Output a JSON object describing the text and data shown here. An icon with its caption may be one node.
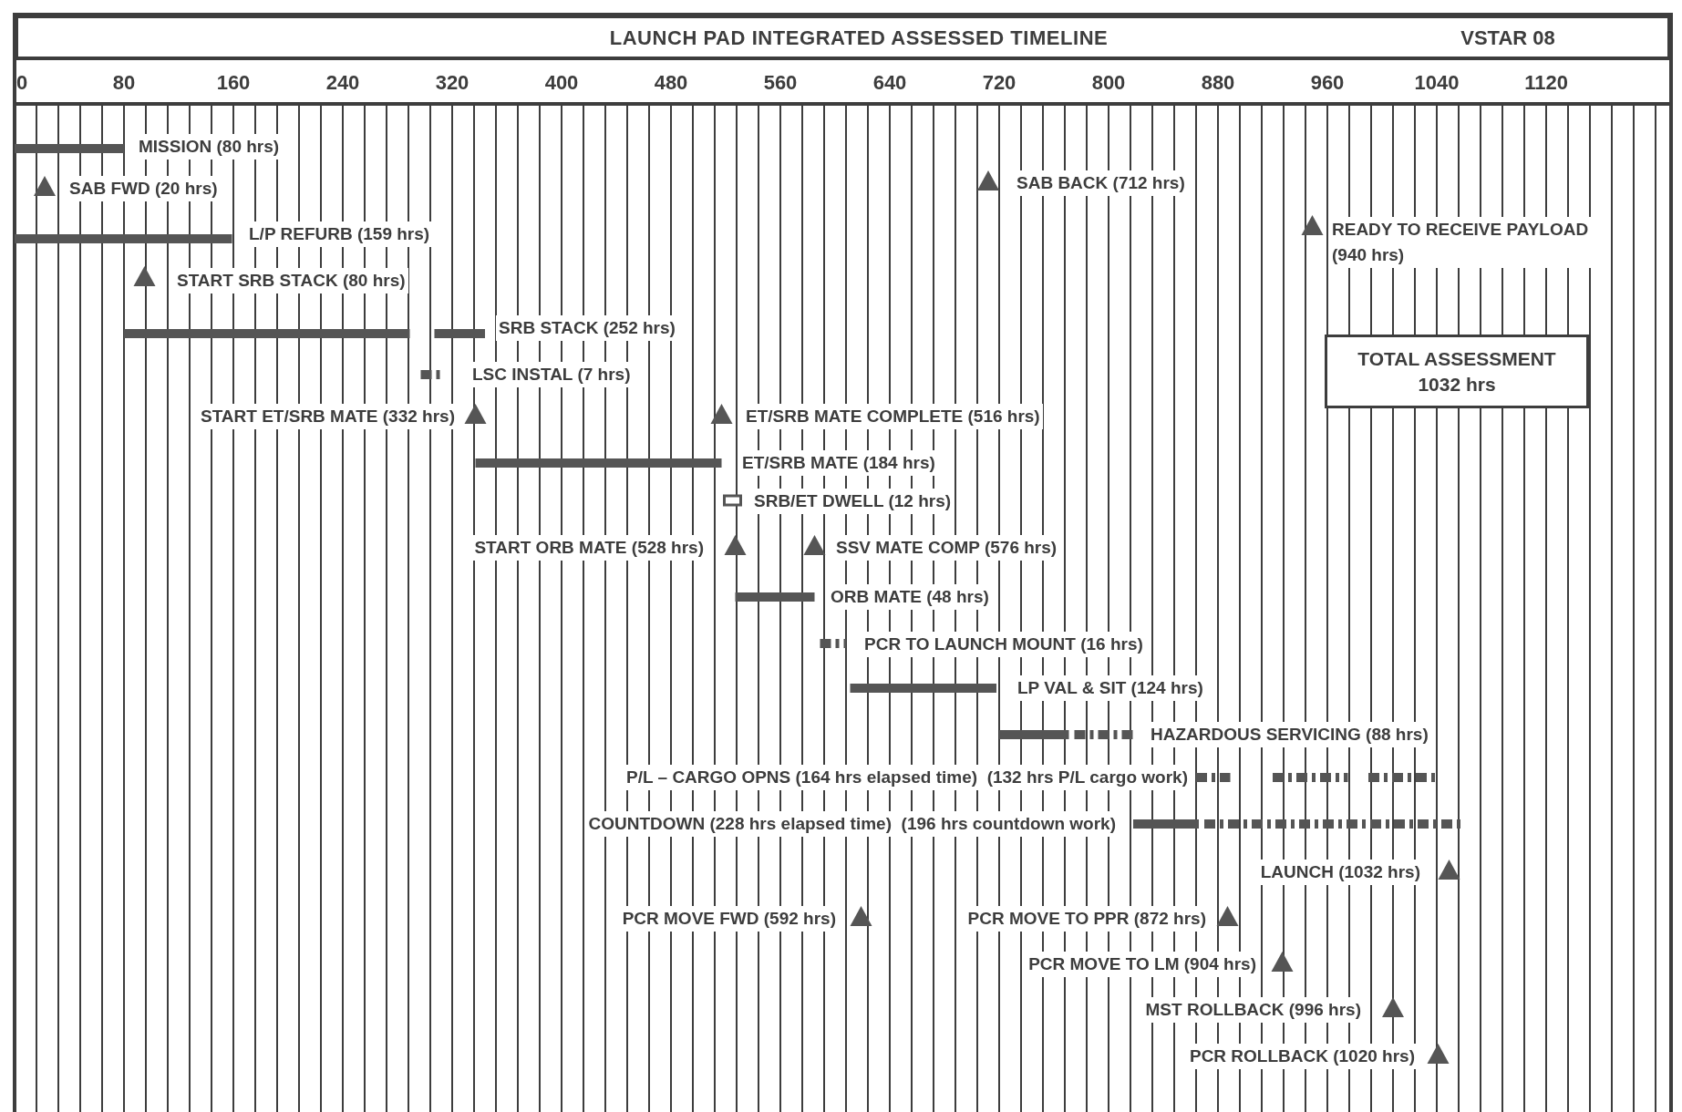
{
  "diagram": {
    "title": "LAUNCH PAD INTEGRATED ASSESSED TIMELINE",
    "nodes": [
      {
        "text": [
          "TOTAL ASSESSMENT",
          "1032 hrs"
        ]
      }
    ],
    "labels": [
      "VSTAR 08",
      "0",
      "80",
      "160",
      "240",
      "320",
      "400",
      "480",
      "560",
      "640",
      "720",
      "800",
      "880",
      "960",
      "1040",
      "1120",
      "MISSION (80 hrs)",
      "SAB FWD (20 hrs)",
      "SAB BACK (712 hrs)",
      "L/P REFURB (159 hrs)",
      "READY TO RECEIVE PAYLOAD (940 hrs)",
      "START SRB STACK (80 hrs)",
      "SRB STACK (252 hrs)",
      "LSC INSTAL (7 hrs)",
      "START ET/SRB MATE (332 hrs)",
      "ET/SRB MATE COMPLETE (516 hrs)",
      "ET/SRB MATE (184 hrs)",
      "SRB/ET DWELL (12 hrs)",
      "START ORB MATE (528 hrs)",
      "SSV MATE COMP (576 hrs)",
      "ORB MATE (48 hrs)",
      "PCR TO LAUNCH MOUNT (16 hrs)",
      "LP VAL & SIT (124 hrs)",
      "HAZARDOUS SERVICING (88 hrs)",
      "P/L – CARGO OPNS (164 hrs elapsed time)  (132 hrs P/L cargo work)",
      "COUNTDOWN (228 hrs elapsed time)  (196 hrs countdown work)",
      "LAUNCH (1032 hrs)",
      "PCR MOVE FWD (592 hrs)",
      "PCR MOVE TO PPR (872 hrs)",
      "PCR MOVE TO LM (904 hrs)",
      "MST ROLLBACK (996 hrs)",
      "PCR ROLLBACK (1020 hrs)"
    ]
  }
}
